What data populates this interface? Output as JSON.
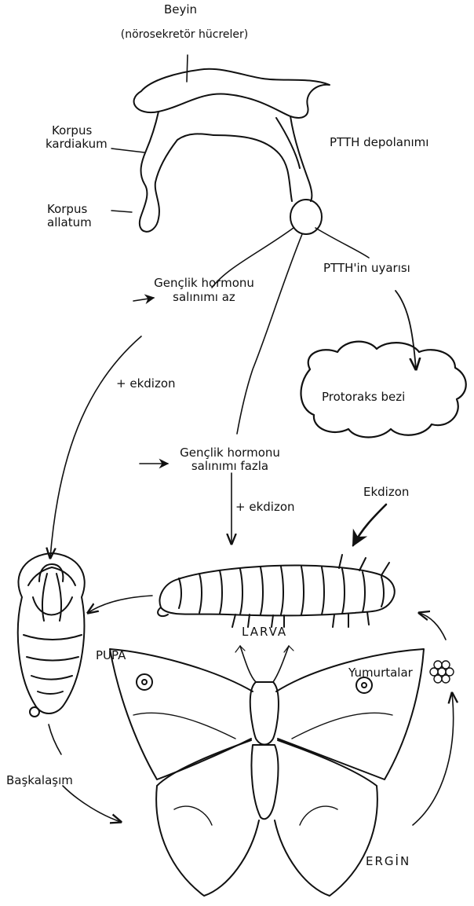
{
  "labels": {
    "brain_title": "Beyin",
    "brain_sub": "(nörosekretör hücreler)",
    "corpus_cardiacum_1": "Korpus",
    "corpus_cardiacum_2": "kardiakum",
    "corpus_allatum_1": "Korpus",
    "corpus_allatum_2": "allatum",
    "ptth_storage": "PTTH depolanımı",
    "ptth_stimulus": "PTTH'in uyarısı",
    "jh_low_1": "Gençlik hormonu",
    "jh_low_2": "salınımı az",
    "ecdysone_left": "+ ekdizon",
    "prothoracic_gland": "Protoraks bezi",
    "jh_high_1": "Gençlik hormonu",
    "jh_high_2": "salınımı fazla",
    "ecdysone_mid": "+ ekdizon",
    "ecdysone": "Ekdizon",
    "larva": "LARVA",
    "pupa": "PUPA",
    "eggs": "Yumurtalar",
    "metamorphosis": "Başkalaşım",
    "adult": "ERGİN"
  },
  "colors": {
    "ink": "#111111",
    "background": "#ffffff"
  }
}
